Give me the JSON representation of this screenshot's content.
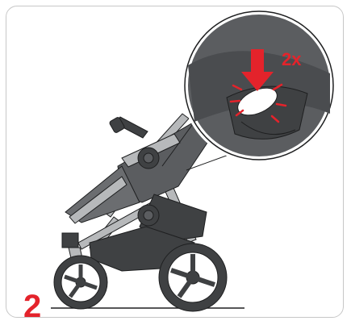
{
  "step": {
    "number": "2"
  },
  "callout": {
    "press_count": "2x"
  },
  "colors": {
    "accent": "#e4232b",
    "frame_dark": "#3f4143",
    "fabric": "#5b5d60",
    "frame_silver": "#b7b9bb",
    "outline": "#1e1f20",
    "panel_border": "#c7c7c7"
  },
  "icons": {
    "stroller": "stroller-illustration",
    "arrow": "press-down-arrow-icon",
    "zoom": "zoom-detail-circle"
  }
}
